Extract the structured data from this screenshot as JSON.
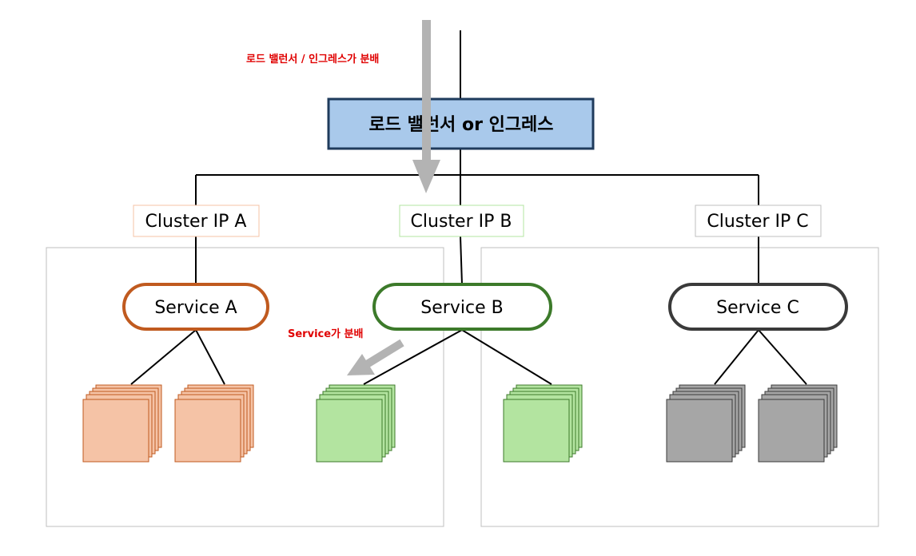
{
  "colors": {
    "line": "#000000",
    "arrow": "#b3b3b3",
    "note_text": "#e00000",
    "lb_fill": "#a9c9eb",
    "lb_stroke": "#1f3b5c",
    "frame": "#bfbfbf",
    "service_a": "#c05a1f",
    "service_b": "#3c7a2a",
    "service_c": "#3a3a3a",
    "pod_a_fill": "#f5c3a6",
    "pod_a_stroke": "#c05a1f",
    "pod_b_fill": "#b3e4a0",
    "pod_b_stroke": "#3c7a2a",
    "pod_c_fill": "#a6a6a6",
    "pod_c_stroke": "#3a3a3a",
    "cip_a_border": "#f4c3a6",
    "cip_b_border": "#b3e4a0",
    "cip_c_border": "#bfbfbf"
  },
  "load_balancer": {
    "label": "로드 밸런서 or 인그레스"
  },
  "notes": {
    "lb_distribution": "로드 밸런서 / 인그레스가 분배",
    "service_distribution": "Service가 분배"
  },
  "cluster_ips": [
    {
      "label": "Cluster IP A"
    },
    {
      "label": "Cluster IP B"
    },
    {
      "label": "Cluster IP C"
    }
  ],
  "services": [
    {
      "label": "Service A"
    },
    {
      "label": "Service B"
    },
    {
      "label": "Service C"
    }
  ]
}
